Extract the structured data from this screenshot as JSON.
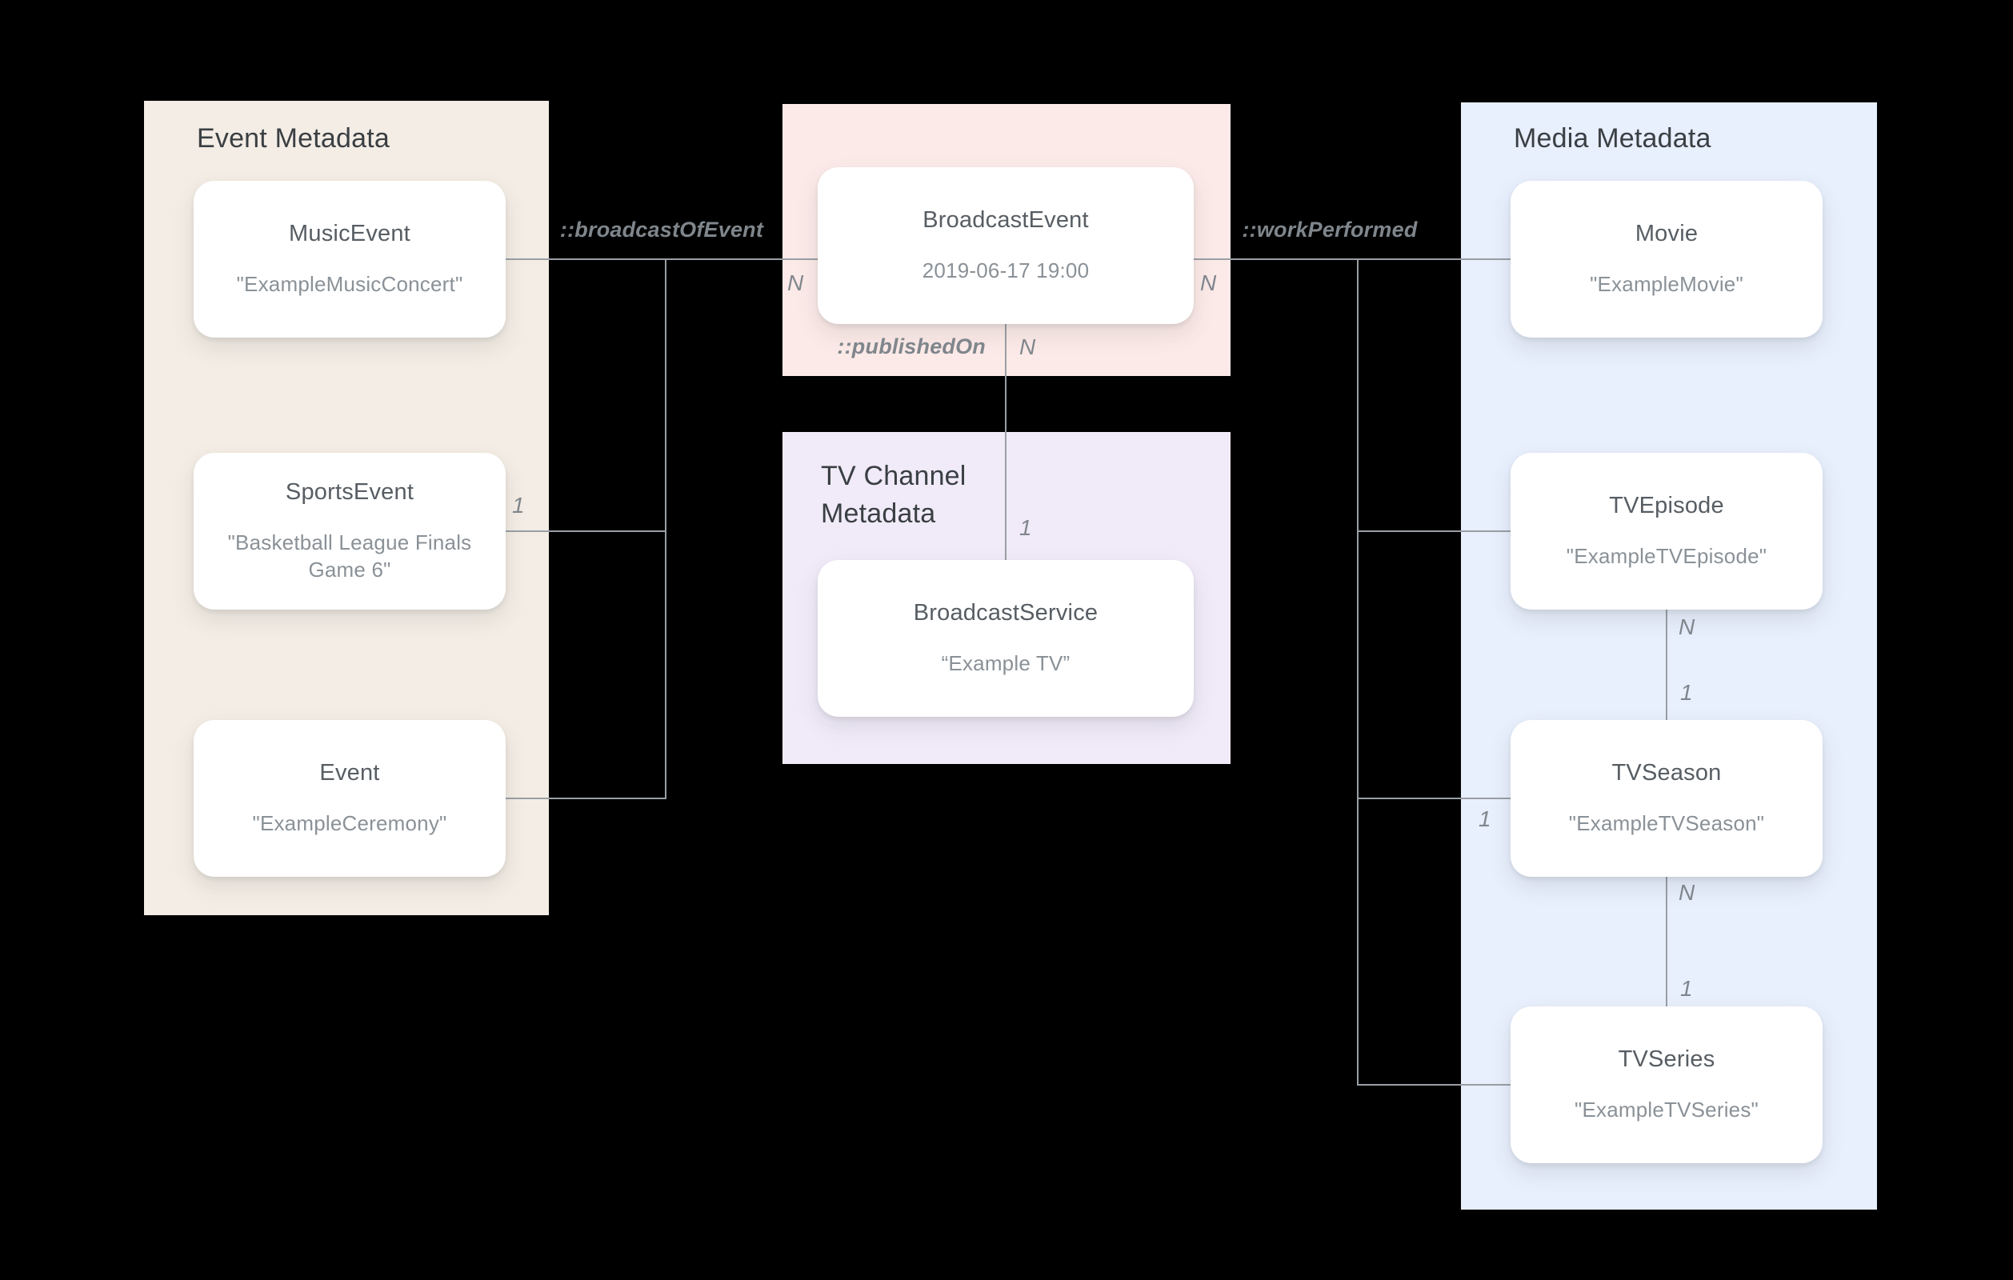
{
  "panels": {
    "event": {
      "title": "Event Metadata"
    },
    "tv_channel": {
      "title": "TV Channel Metadata"
    },
    "media": {
      "title": "Media Metadata"
    }
  },
  "nodes": {
    "music_event": {
      "title": "MusicEvent",
      "value": "\"ExampleMusicConcert\""
    },
    "sports_event": {
      "title": "SportsEvent",
      "value": "\"Basketball League Finals Game 6\""
    },
    "event": {
      "title": "Event",
      "value": "\"ExampleCeremony\""
    },
    "broadcast_event": {
      "title": "BroadcastEvent",
      "value": "2019-06-17 19:00"
    },
    "broadcast_service": {
      "title": "BroadcastService",
      "value": "“Example TV”"
    },
    "movie": {
      "title": "Movie",
      "value": "\"ExampleMovie\""
    },
    "tv_episode": {
      "title": "TVEpisode",
      "value": "\"ExampleTVEpisode\""
    },
    "tv_season": {
      "title": "TVSeason",
      "value": "\"ExampleTVSeason\""
    },
    "tv_series": {
      "title": "TVSeries",
      "value": "\"ExampleTVSeries\""
    }
  },
  "relationships": {
    "broadcast_of_event": "::broadcastOfEvent",
    "work_performed": "::workPerformed",
    "published_on": "::publishedOn"
  },
  "cardinality": {
    "broadcast_left_n": "N",
    "broadcast_right_n": "N",
    "published_on_n": "N",
    "published_on_one": "1",
    "sports_event_one": "1",
    "episode_season_n": "N",
    "episode_season_one": "1",
    "season_series_n": "N",
    "season_series_one": "1",
    "tv_season_one": "1"
  },
  "colors": {
    "background": "#000000",
    "event_panel": "#F4EDE5",
    "broadcast_panel": "#FCEAE8",
    "tv_channel_panel": "#F1EBF9",
    "media_panel": "#E8EFFD",
    "card_background": "#FFFFFF",
    "connector_line": "#999FA4",
    "heading_text": "#3A3F43",
    "card_title_text": "#575D63",
    "card_value_text": "#8A9197",
    "label_text": "#7F868C"
  }
}
